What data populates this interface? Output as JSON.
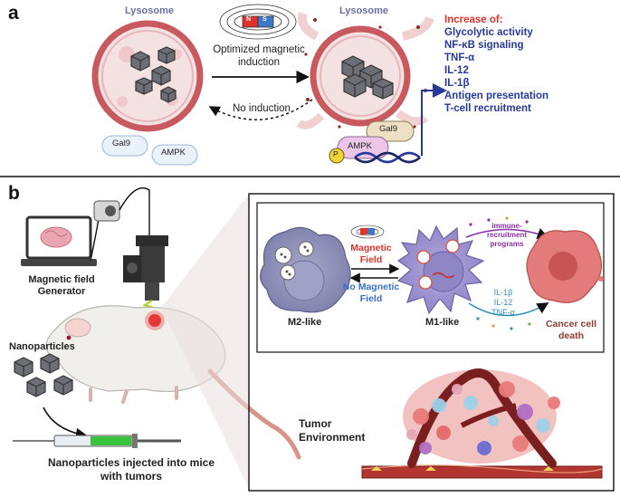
{
  "panel_a": {
    "label": "a",
    "lysosome_left": "Lysosome",
    "lysosome_right": "Lysosome",
    "magnet_n": "N",
    "magnet_s": "S",
    "induction_label_1": "Optimized magnetic",
    "induction_label_2": "induction",
    "no_induction": "No induction",
    "gal9_left": "Gal9",
    "ampk_left": "AMPK",
    "gal9_right": "Gal9",
    "ampk_right": "AMPK",
    "phospho": "P",
    "increase_title": "Increase of:",
    "increase_items": [
      "Glycolytic activity",
      "NF-κB signaling",
      "TNF-α",
      "IL-12",
      "IL-1β",
      "Antigen presentation",
      "T-cell recruitment"
    ]
  },
  "panel_b": {
    "label": "b",
    "generator_1": "Magnetic field",
    "generator_2": "Generator",
    "nanoparticles": "Nanoparticles",
    "injected_1": "Nanoparticles injected into mice",
    "injected_2": "with tumors",
    "m2": "M2-like",
    "m1": "M1-like",
    "magnetic_field_1": "Magnetic",
    "magnetic_field_2": "Field",
    "no_magnetic_1": "No Magnetic",
    "no_magnetic_2": "Field",
    "immune_1": "immune-",
    "immune_2": "recruitment",
    "immune_3": "programs",
    "cyt_1": "IL-1β",
    "cyt_2": "IL-12",
    "cyt_3": "TNF-α",
    "cancer_1": "Cancer cell",
    "cancer_2": "death",
    "tumor_1": "Tumor",
    "tumor_2": "Environment"
  },
  "colors": {
    "lysosome_ring": "#c85a5f",
    "lysosome_fill": "#f6e3e4",
    "text_blue": "#27399b",
    "text_red": "#e0312b",
    "cytokine_blue": "#2f8fb6",
    "immune_purple": "#8a2fa8",
    "cancer_brown": "#8d3a33",
    "no_field_blue": "#3a6fc4"
  }
}
